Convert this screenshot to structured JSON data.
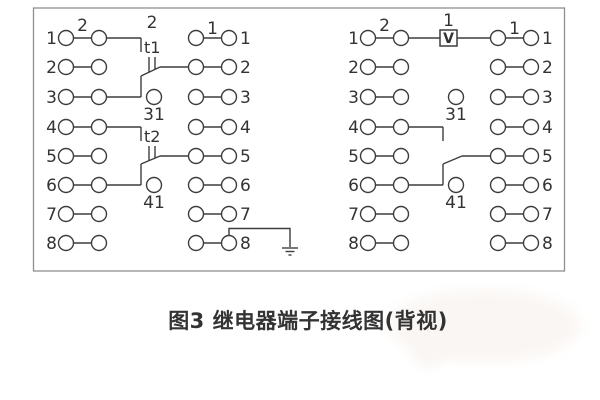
{
  "caption": "图3 继电器端子接线图(背视)",
  "colors": {
    "line": "#3d3d3d",
    "box_border": "#8f8f8f",
    "text": "#333333",
    "background": "#ffffff",
    "stain": "#faf6f3"
  },
  "diagram": {
    "row_count": 8,
    "halves": [
      {
        "id": "left-socket",
        "left_row_numbers": [
          "1",
          "2",
          "3",
          "4",
          "5",
          "6",
          "7",
          "8"
        ],
        "right_row_numbers": [
          "1",
          "2",
          "3",
          "4",
          "5",
          "6",
          "7",
          "8"
        ],
        "left_column_label": "2",
        "right_column_label": "1",
        "contacts": [
          {
            "label": "t1",
            "top_label": "2",
            "rows": [
              1,
              2,
              3
            ],
            "fork": true
          },
          {
            "label": "t2",
            "top_label": "",
            "rows": [
              4,
              5,
              6
            ],
            "fork": true
          }
        ],
        "mid_terminals": [
          {
            "label": "31",
            "row": 3
          },
          {
            "label": "41",
            "row": 6
          }
        ],
        "meter": null,
        "ground": {
          "row": 8
        }
      },
      {
        "id": "right-socket",
        "left_row_numbers": [
          "1",
          "2",
          "3",
          "4",
          "5",
          "6",
          "7",
          "8"
        ],
        "right_row_numbers": [
          "1",
          "2",
          "3",
          "4",
          "5",
          "6",
          "7",
          "8"
        ],
        "left_column_label": "2",
        "right_column_label": "1",
        "contacts": [
          {
            "label": "",
            "top_label": "",
            "rows": [
              4,
              5,
              6
            ],
            "fork": false
          }
        ],
        "mid_terminals": [
          {
            "label": "31",
            "row": 3
          },
          {
            "label": "41",
            "row": 6
          }
        ],
        "meter": {
          "label": "V",
          "top_label": "1",
          "row": 1
        },
        "ground": null
      }
    ]
  }
}
